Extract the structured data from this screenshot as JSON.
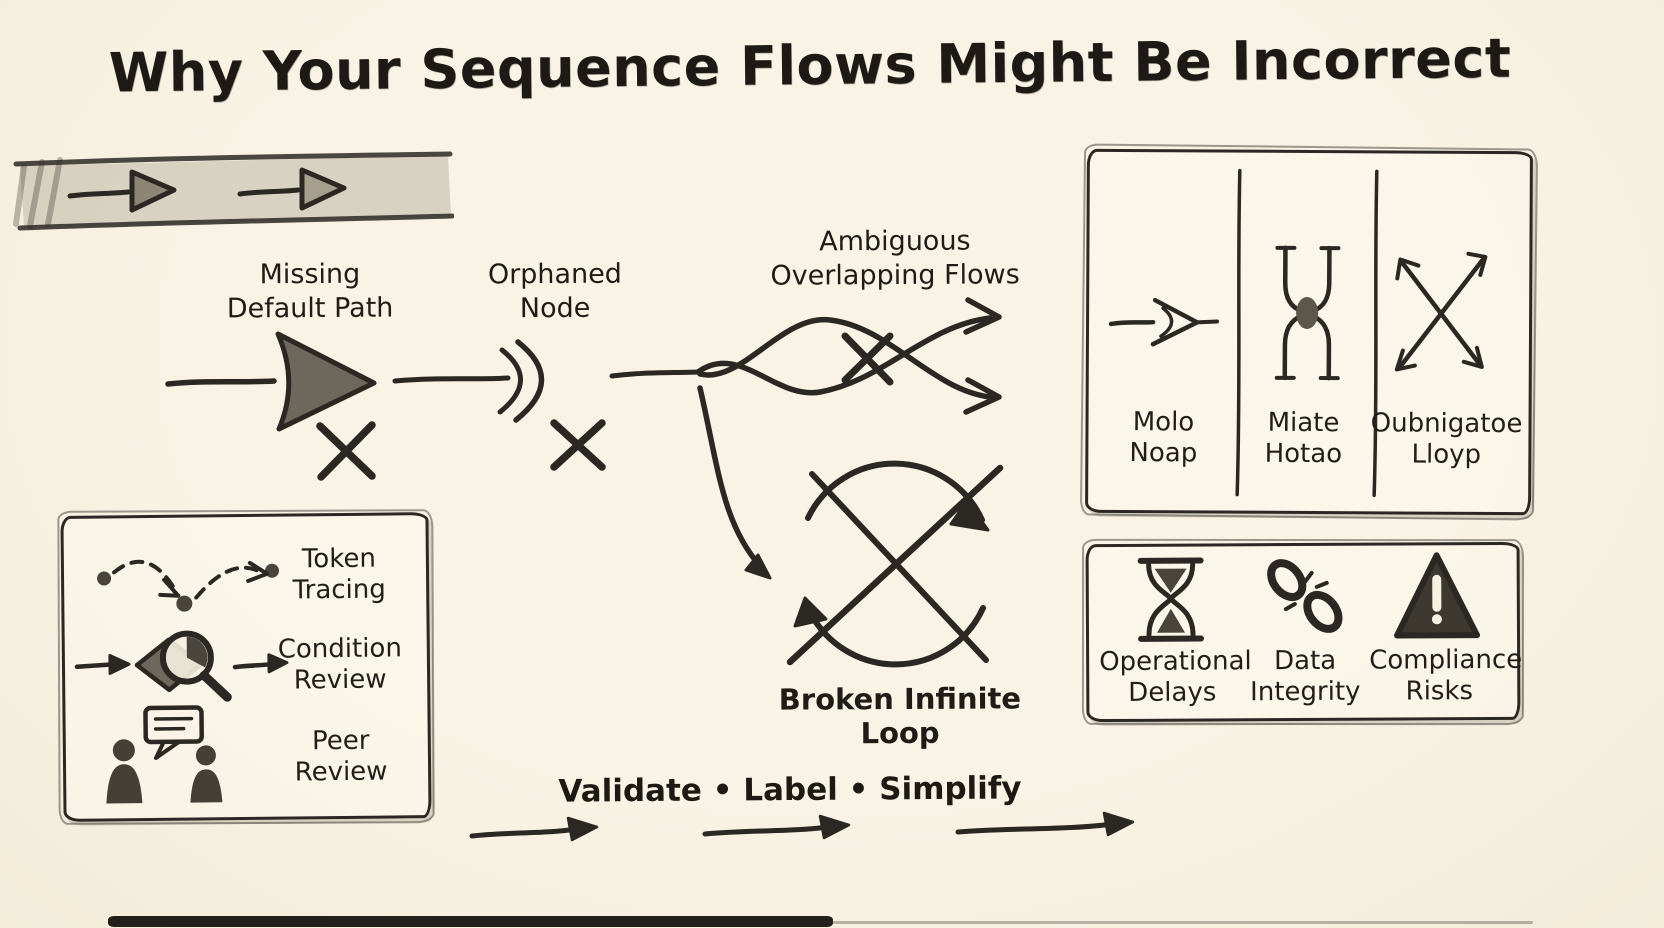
{
  "title": "Why Your Sequence Flows Might Be Incorrect",
  "flow_issues": {
    "missing_default": {
      "line1": "Missing",
      "line2": "Default Path",
      "icon": "filled-arrowhead-icon",
      "marker": "error-x-icon"
    },
    "orphaned": {
      "line1": "Orphaned",
      "line2": "Node",
      "icon": "open-arrowhead-icon",
      "marker": "error-x-icon"
    },
    "ambiguous": {
      "line1": "Ambiguous",
      "line2": "Overlapping Flows",
      "icon": "overlapping-flows-icon",
      "marker": "error-x-icon"
    },
    "broken_loop": {
      "label": "Broken Infinite Loop",
      "icon": "crossed-loop-icon"
    }
  },
  "review_box": {
    "items": [
      {
        "line1": "Token",
        "line2": "Tracing",
        "icon": "token-trace-icon"
      },
      {
        "line1": "Condition",
        "line2": "Review",
        "icon": "magnifier-diamond-icon"
      },
      {
        "line1": "Peer",
        "line2": "Review",
        "icon": "people-chat-icon"
      }
    ]
  },
  "legend_box": {
    "items": [
      {
        "line1": "Molo",
        "line2": "Noap",
        "icon": "sequence-arrow-icon"
      },
      {
        "line1": "Miate",
        "line2": "Hotao",
        "icon": "gateway-squeeze-icon"
      },
      {
        "line1": "Oubnigatoe",
        "line2": "Lloyp",
        "icon": "crossed-arrows-icon"
      }
    ]
  },
  "risk_box": {
    "items": [
      {
        "line1": "Operational",
        "line2": "Delays",
        "icon": "hourglass-icon"
      },
      {
        "line1": "Data",
        "line2": "Integrity",
        "icon": "broken-chain-icon"
      },
      {
        "line1": "Compliance",
        "line2": "Risks",
        "icon": "warning-triangle-icon"
      }
    ]
  },
  "footer": {
    "motto": "Validate • Label • Simplify"
  },
  "colors": {
    "ink": "#2b2823",
    "paper": "#f6f0df",
    "shade": "#8d8575"
  }
}
